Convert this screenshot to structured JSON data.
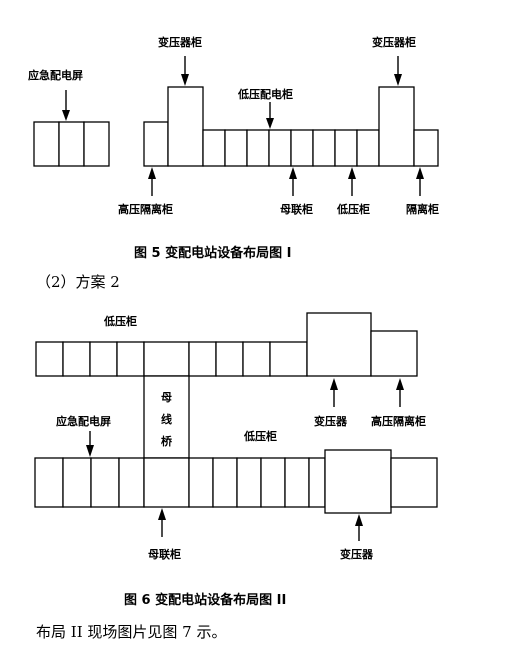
{
  "figure5": {
    "label_emergency": "应急配电屏",
    "label_transformer_left": "变压器柜",
    "label_transformer_right": "变压器柜",
    "label_lv_dist": "低压配电柜",
    "label_hv_isolation": "高压隔离柜",
    "label_bus_tie": "母联柜",
    "label_lv": "低压柜",
    "label_isolation": "隔离柜",
    "caption": "图 5   变配电站设备布局图 I"
  },
  "section_heading": "（2）方案 2",
  "figure6": {
    "label_lv_top": "低压柜",
    "label_transformer_top": "变压器",
    "label_hv_isolation": "高压隔离柜",
    "label_busbridge_1": "母",
    "label_busbridge_2": "线",
    "label_busbridge_3": "桥",
    "label_emergency": "应急配电屏",
    "label_lv_mid": "低压柜",
    "label_bus_tie": "母联柜",
    "label_transformer_bottom": "变压器",
    "caption": "图 6   变配电站设备布局图 II"
  },
  "footer_text": "布局 II 现场图片见图 7 示。"
}
